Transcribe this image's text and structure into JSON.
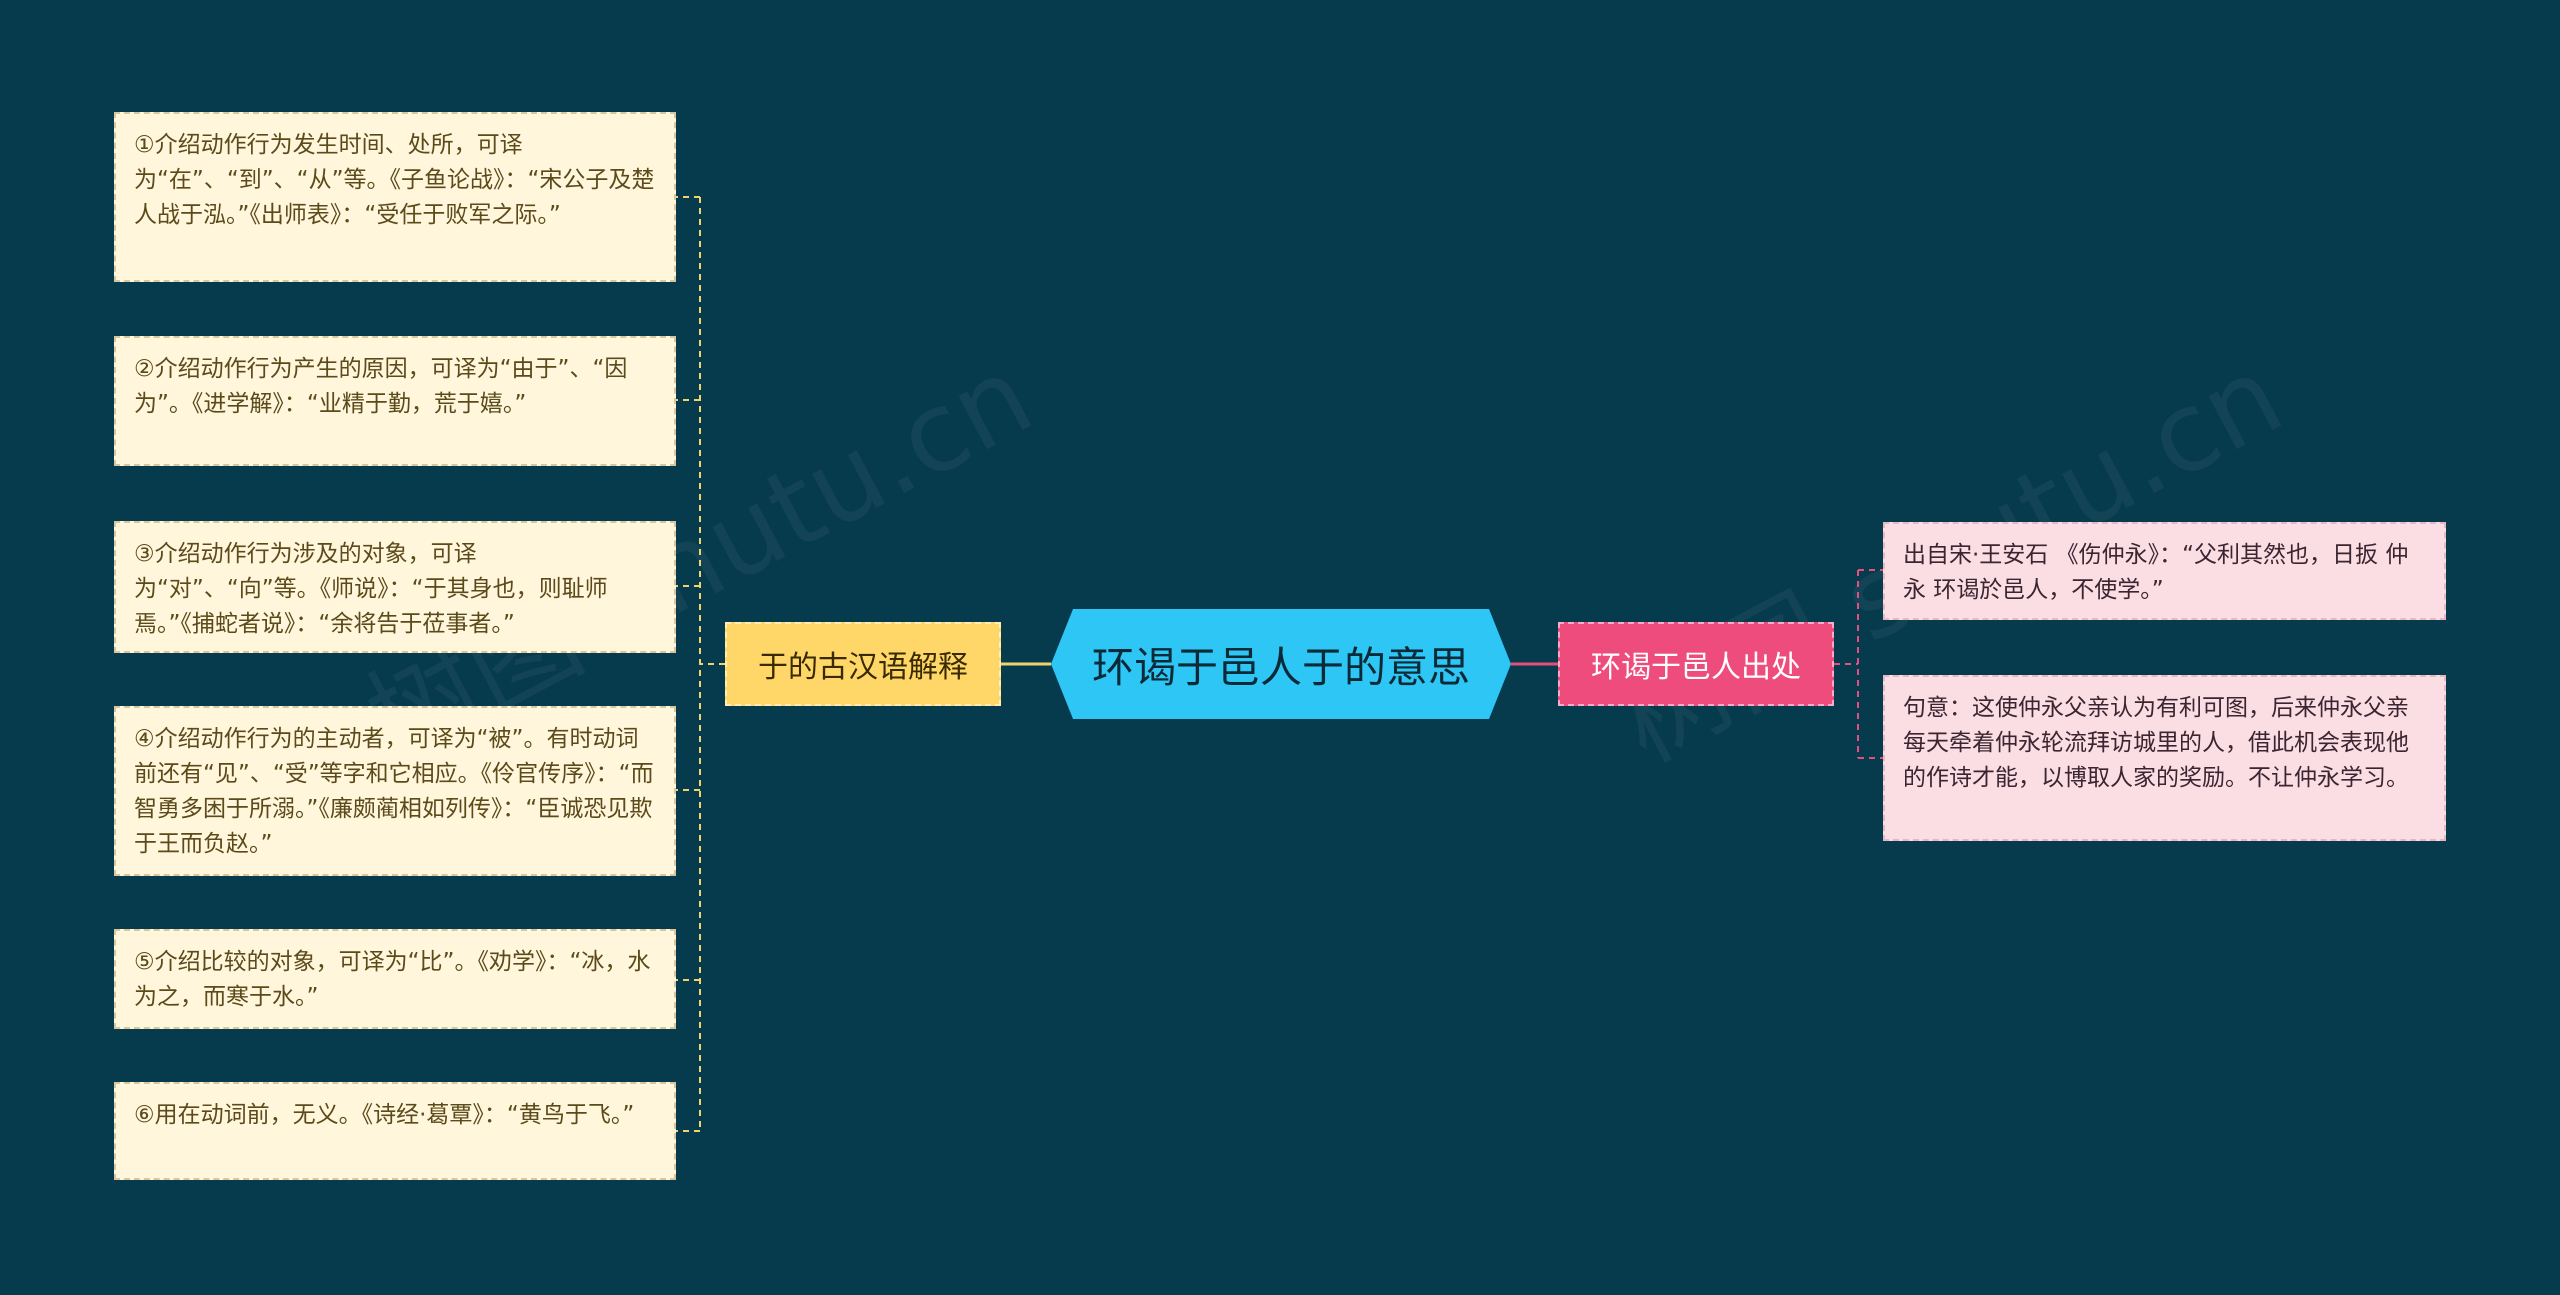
{
  "center": {
    "title": "环谒于邑人于的意思"
  },
  "left_branch": {
    "label": "于的古汉语解释",
    "items": [
      "①介绍动作行为发生时间、处所，可译为“在”、“到”、“从”等。《子鱼论战》：“宋公子及楚人战于泓。”《出师表》：“受任于败军之际。”",
      "②介绍动作行为产生的原因，可译为“由于”、“因为”。《进学解》：“业精于勤，荒于嬉。”",
      "③介绍动作行为涉及的对象，可译为“对”、“向”等。《师说》：“于其身也，则耻师焉。”《捕蛇者说》：“余将告于莅事者。”",
      "④介绍动作行为的主动者，可译为“被”。有时动词前还有“见”、“受”等字和它相应。《伶官传序》：“而智勇多困于所溺。”《廉颇蔺相如列传》：“臣诚恐见欺于王而负赵。”",
      "⑤介绍比较的对象，可译为“比”。《劝学》：“冰，水为之，而寒于水。”",
      "⑥用在动词前，无义。《诗经·葛覃》：“黄鸟于飞。”"
    ]
  },
  "right_branch": {
    "label": "环谒于邑人出处",
    "items": [
      "出自宋·王安石 《伤仲永》：“父利其然也，日扳 仲永 环谒於邑人，不使学。”",
      "句意：这使仲永父亲认为有利可图，后来仲永父亲每天牵着仲永轮流拜访城里的人，借此机会表现他的作诗才能，以博取人家的奖励。不让仲永学习。"
    ]
  },
  "colors": {
    "background": "#063a4d",
    "center": "#2ec6f4",
    "left_branch": "#ffd768",
    "right_branch": "#ee4c7c",
    "left_leaf": "#fff6dc",
    "right_leaf": "#fbdde4",
    "left_connector": "#f2d36b",
    "right_connector": "#e64f7c"
  }
}
